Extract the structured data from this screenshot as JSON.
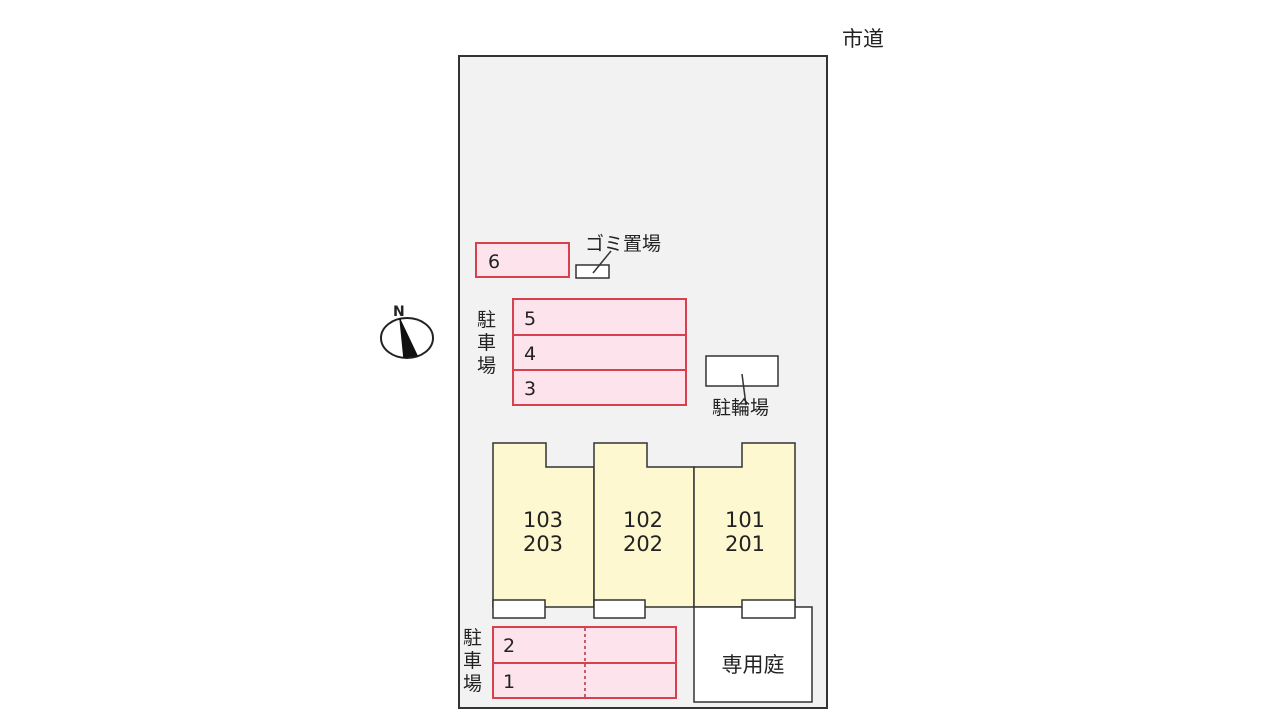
{
  "road_label": "市道",
  "compass": {
    "north_label": "N"
  },
  "garbage": {
    "label": "ゴミ置場"
  },
  "bicycle_parking": {
    "label": "駐輪場"
  },
  "parking_labels": {
    "upper": [
      "駐",
      "車",
      "場"
    ],
    "lower": [
      "駐",
      "車",
      "場"
    ]
  },
  "parking_spaces": [
    "1",
    "2",
    "3",
    "4",
    "5",
    "6"
  ],
  "units": [
    {
      "lower": "103",
      "upper": "203"
    },
    {
      "lower": "102",
      "upper": "202"
    },
    {
      "lower": "101",
      "upper": "201"
    }
  ],
  "private_garden": {
    "label": "専用庭"
  },
  "colors": {
    "lot": "#f2f2f2",
    "parking_fill": "#fde4ec",
    "parking_stroke": "#d9404e",
    "building_fill": "#fdf8cf",
    "line": "#333333"
  }
}
